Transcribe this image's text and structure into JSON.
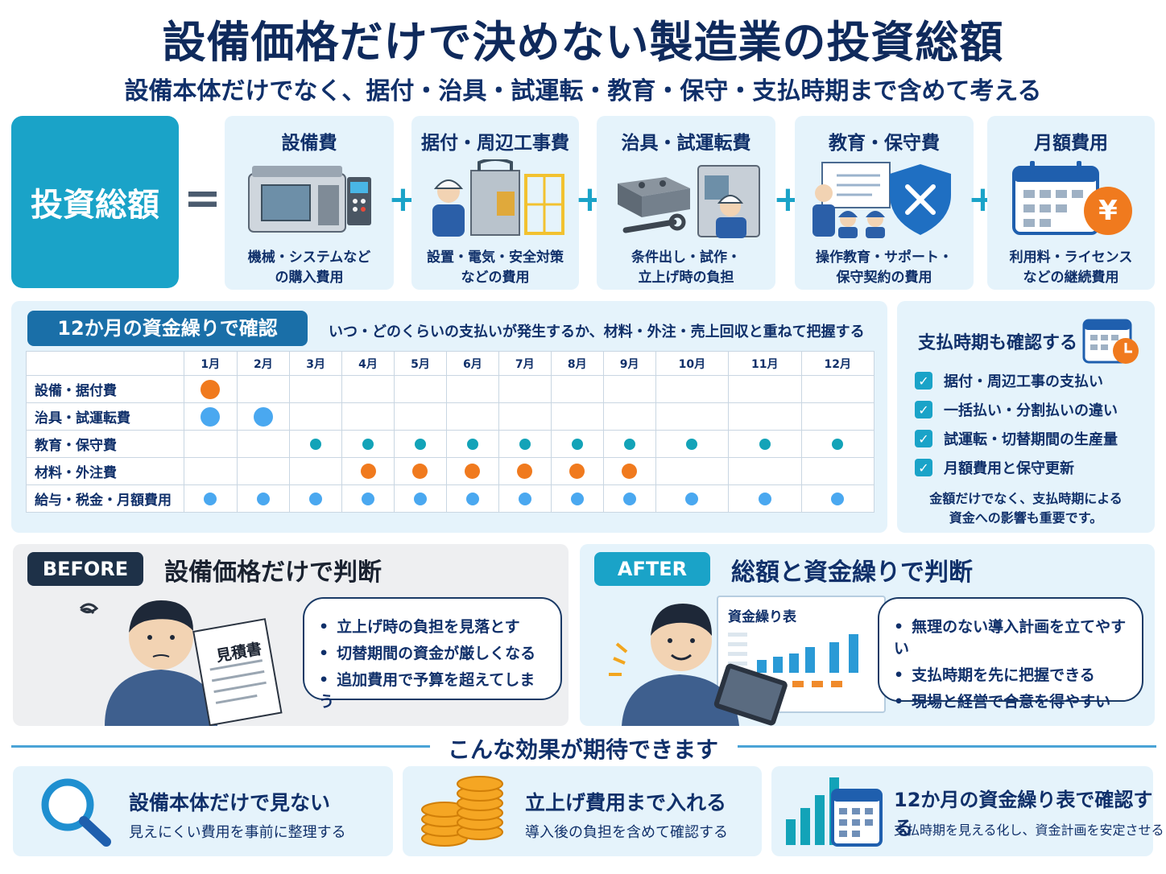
{
  "header": {
    "title": "設備価格だけで決めない製造業の投資総額",
    "subtitle": "設備本体だけでなく、据付・治具・試運転・教育・保守・支払時期まで含めて考える"
  },
  "formula": {
    "total_label": "投資総額",
    "equals": "=",
    "plus": "+",
    "items": [
      {
        "title": "設備費",
        "line1": "機械・システムなど",
        "line2": "の購入費用"
      },
      {
        "title": "据付・周辺工事費",
        "line1": "設置・電気・安全対策",
        "line2": "などの費用"
      },
      {
        "title": "治具・試運転費",
        "line1": "条件出し・試作・",
        "line2": "立上げ時の負担"
      },
      {
        "title": "教育・保守費",
        "line1": "操作教育・サポート・",
        "line2": "保守契約の費用"
      },
      {
        "title": "月額費用",
        "line1": "利用料・ライセンス",
        "line2": "などの継続費用",
        "icon_text": "¥"
      }
    ]
  },
  "schedule": {
    "badge": "12か月の資金繰りで確認",
    "note": "いつ・どのくらいの支払いが発生するか、材料・外注・売上回収と重ねて把握する",
    "months": [
      "1月",
      "2月",
      "3月",
      "4月",
      "5月",
      "6月",
      "7月",
      "8月",
      "9月",
      "10月",
      "11月",
      "12月"
    ],
    "rows": [
      {
        "label": "設備・据付費",
        "type": "orange-big",
        "months": [
          1
        ]
      },
      {
        "label": "治具・試運転費",
        "type": "blue-big",
        "months": [
          1,
          2
        ]
      },
      {
        "label": "教育・保守費",
        "type": "teal-small",
        "months": [
          3,
          4,
          5,
          6,
          7,
          8,
          9,
          10,
          11,
          12
        ]
      },
      {
        "label": "材料・外注費",
        "type": "orange-med",
        "months": [
          4,
          5,
          6,
          7,
          8,
          9
        ]
      },
      {
        "label": "給与・税金・月額費用",
        "type": "blue-small",
        "months": [
          1,
          2,
          3,
          4,
          5,
          6,
          7,
          8,
          9,
          10,
          11,
          12
        ]
      }
    ],
    "colors": {
      "orange": "#f07a1e",
      "blue": "#4aa8f0",
      "teal": "#13a3b8"
    }
  },
  "payment_check": {
    "title": "支払時期も確認する",
    "items": [
      "据付・周辺工事の支払い",
      "一括払い・分割払いの違い",
      "試運転・切替期間の生産量",
      "月額費用と保守更新"
    ],
    "note_line1": "金額だけでなく、支払時期による",
    "note_line2": "資金への影響も重要です。"
  },
  "before": {
    "badge": "BEFORE",
    "title": "設備価格だけで判断",
    "doc_label": "見積書",
    "points": [
      "立上げ時の負担を見落とす",
      "切替期間の資金が厳しくなる",
      "追加費用で予算を超えてしまう"
    ]
  },
  "after": {
    "badge": "AFTER",
    "title": "総額と資金繰りで判断",
    "sheet_label": "資金繰り表",
    "points": [
      "無理のない導入計画を立てやすい",
      "支払時期を先に把握できる",
      "現場と経営で合意を得やすい"
    ]
  },
  "effects": {
    "heading": "こんな効果が期待できます",
    "items": [
      {
        "title": "設備本体だけで見ない",
        "desc": "見えにくい費用を事前に整理する"
      },
      {
        "title": "立上げ費用まで入れる",
        "desc": "導入後の負担を含めて確認する"
      },
      {
        "title": "12か月の資金繰り表で確認する",
        "desc": "支払時期を見える化し、資金計画を安定させる"
      }
    ]
  }
}
